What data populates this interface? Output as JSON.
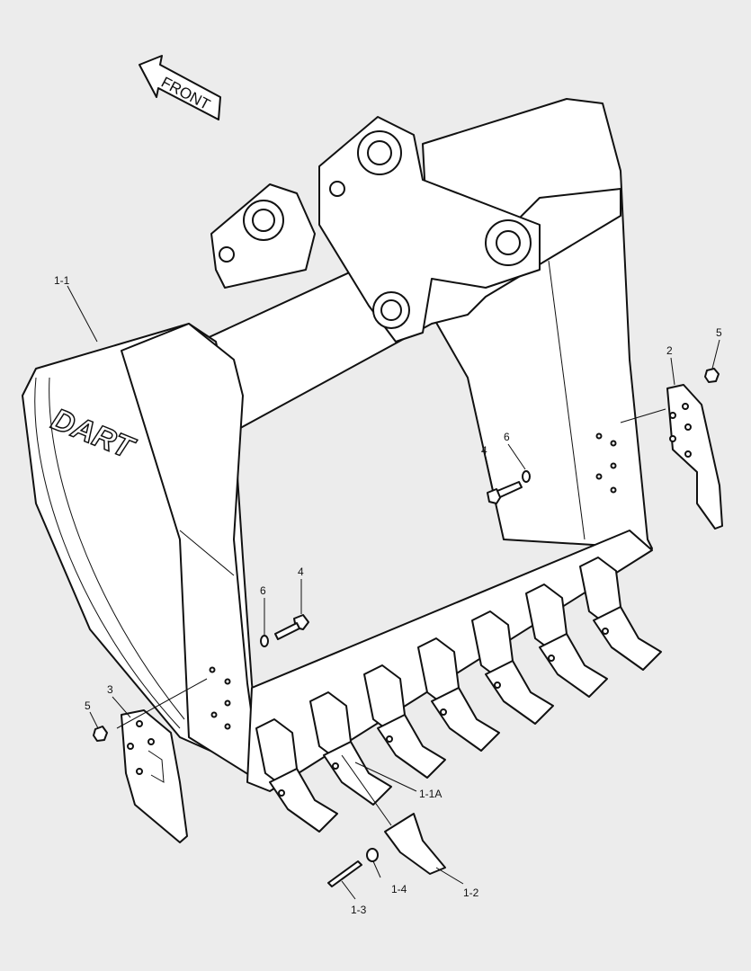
{
  "direction_arrow": {
    "label": "FRONT"
  },
  "logo": {
    "text": "DART"
  },
  "callouts": {
    "bucket": "1-1",
    "side_cutter_right": "2",
    "nut_right": "5",
    "bolt_center": "4",
    "washer_center": "6",
    "bolt_left": "4",
    "washer_left": "6",
    "side_cutter_left": "3",
    "nut_left": "5",
    "adapter": "1-1A",
    "tooth_point": "1-2",
    "lock_washer": "1-4",
    "pin": "1-3"
  },
  "colors": {
    "background": "#ececec",
    "line": "#111111",
    "fill": "#ffffff"
  }
}
